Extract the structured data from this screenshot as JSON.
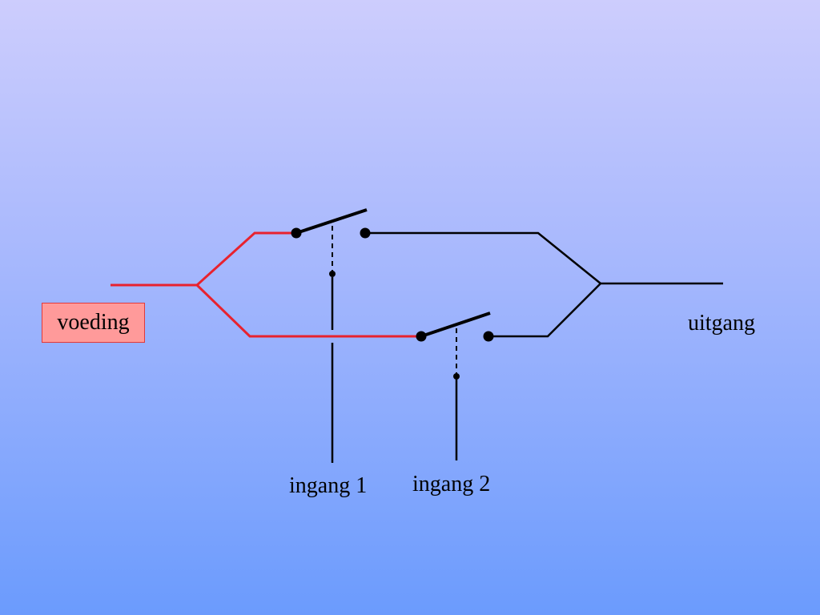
{
  "labels": {
    "supply": "voeding",
    "output": "uitgang",
    "input1": "ingang 1",
    "input2": "ingang 2"
  },
  "colors": {
    "active_wire": "#e8222e",
    "inactive_wire": "#000000",
    "supply_box_fill": "#ff9a9a",
    "supply_box_border": "#e23a3a"
  }
}
